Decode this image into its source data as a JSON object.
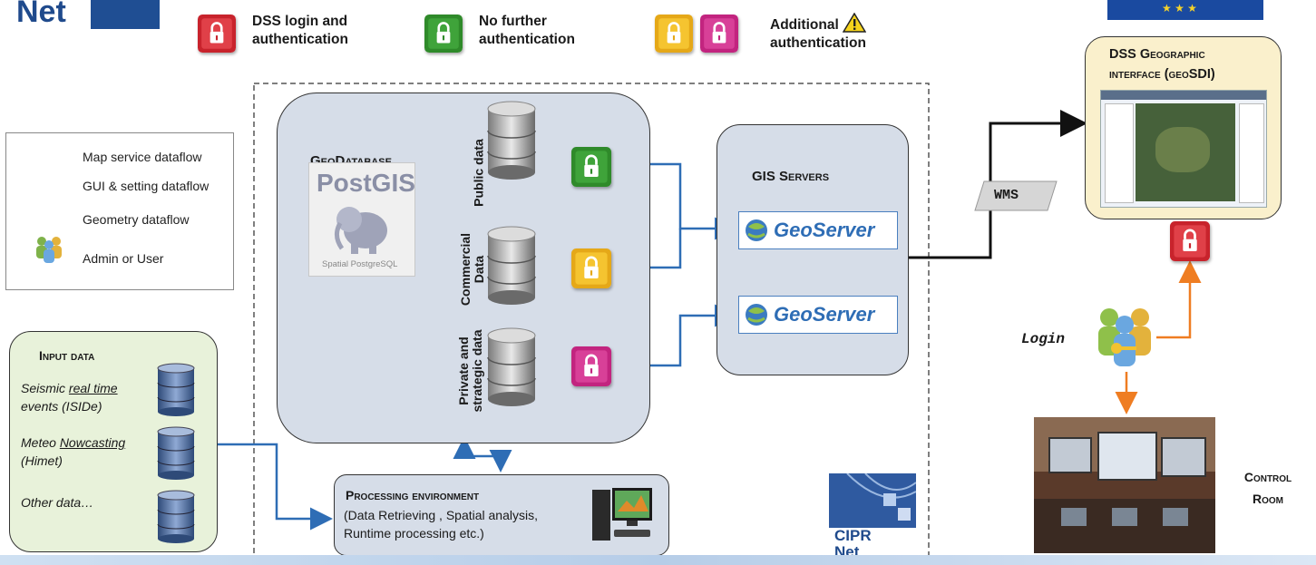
{
  "header": {
    "logo_text": "Net",
    "auth_legend": [
      {
        "label_line1": "DSS login and",
        "label_line2": "authentication",
        "color": "#c8232c"
      },
      {
        "label_line1": "No further",
        "label_line2": "authentication",
        "color": "#2f8a2a"
      },
      {
        "label_line1": "Additional",
        "label_line2": "authentication",
        "color": "#e5a818",
        "color2": "#c2247f"
      }
    ]
  },
  "legend": {
    "items": [
      {
        "label": "Map service dataflow",
        "color": "#111111"
      },
      {
        "label": "GUI & setting dataflow",
        "color": "#ef7d22"
      },
      {
        "label": "Geometry dataflow",
        "color": "#2e6db5"
      },
      {
        "label": "Admin or User",
        "icon": "users-icon"
      }
    ]
  },
  "geodatabase": {
    "title": "GeoDatabase",
    "postgis_name": "PostGIS",
    "postgis_sub": "Spatial PostgreSQL",
    "stores": [
      {
        "label": "Public data",
        "lock_color": "#2f8a2a"
      },
      {
        "label_line1": "Commercial",
        "label_line2": "Data",
        "lock_color": "#e5a818"
      },
      {
        "label_line1": "Private and",
        "label_line2": "strategic data",
        "lock_color": "#c2247f"
      }
    ]
  },
  "gis_servers": {
    "title": "GIS Servers",
    "servers": [
      "GeoServer",
      "GeoServer"
    ]
  },
  "wms_label": "WMS",
  "dss": {
    "title_line1": "DSS Geographic",
    "title_line2": "interface (geoSDI)"
  },
  "input_data": {
    "title": "Input data",
    "items": [
      {
        "pre": "Seismic ",
        "underline": "real time",
        "post": "",
        "line2": "events (ISIDe)"
      },
      {
        "pre": "Meteo ",
        "underline": "Nowcasting",
        "post": "",
        "line2": "(Himet)"
      },
      {
        "pre": "Other data…",
        "underline": "",
        "post": "",
        "line2": ""
      }
    ]
  },
  "processing": {
    "title": "Processing environment",
    "line1": "(Data Retrieving , Spatial analysis,",
    "line2": "Runtime processing etc.)"
  },
  "login_label": "Login",
  "control_room": {
    "line1": "Control",
    "line2": "Room"
  },
  "cipr_logo": {
    "line1": "CIPR",
    "line2": "Net"
  }
}
